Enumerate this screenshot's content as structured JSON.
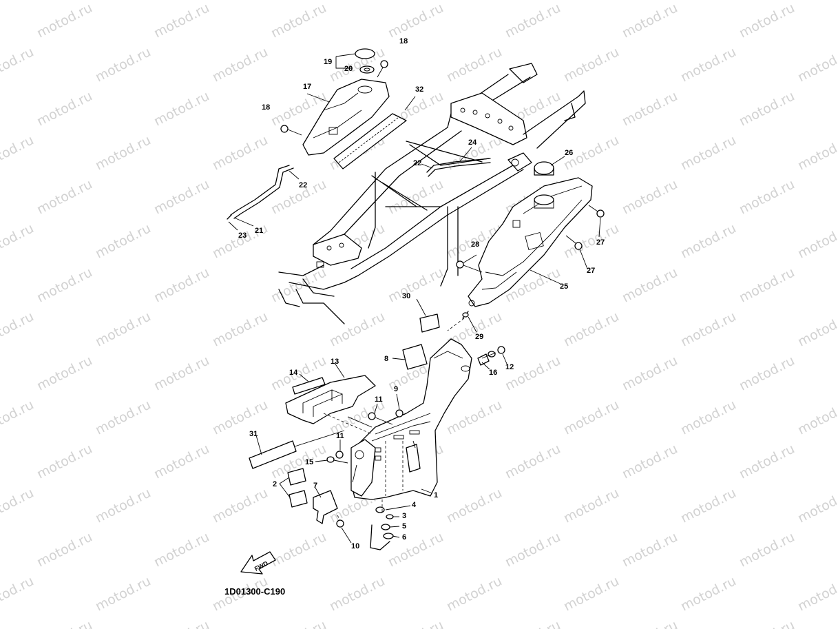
{
  "watermark_text": "motod.ru",
  "diagram_code": "1D01300-C190",
  "fwd_label": "FWD",
  "callouts": {
    "c1": "1",
    "c2": "2",
    "c3": "3",
    "c4": "4",
    "c5": "5",
    "c6": "6",
    "c7": "7",
    "c8": "8",
    "c9": "9",
    "c10": "10",
    "c11a": "11",
    "c11b": "11",
    "c12": "12",
    "c13": "13",
    "c14": "14",
    "c15": "15",
    "c16": "16",
    "c17": "17",
    "c18a": "18",
    "c18b": "18",
    "c19": "19",
    "c20": "20",
    "c21": "21",
    "c22a": "22",
    "c22b": "22",
    "c23": "23",
    "c24": "24",
    "c25": "25",
    "c26": "26",
    "c27a": "27",
    "c27b": "27",
    "c28": "28",
    "c29": "29",
    "c30": "30",
    "c31": "31",
    "c32": "32"
  }
}
